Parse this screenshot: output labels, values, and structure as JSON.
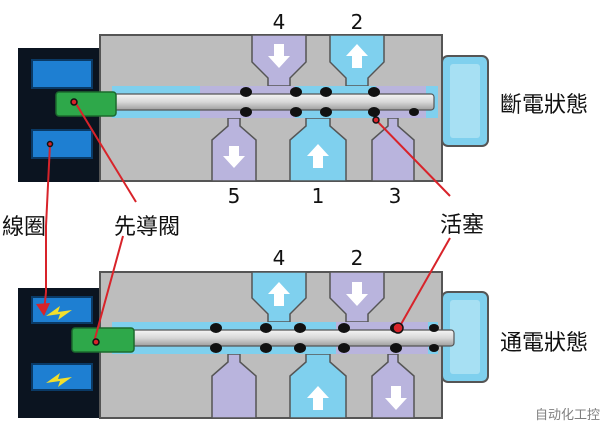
{
  "labels": {
    "port4_top": "4",
    "port2_top": "2",
    "port5_top": "5",
    "port1_top": "1",
    "port3_top": "3",
    "state_off": "斷電狀態",
    "coil": "線圈",
    "pilot": "先導閥",
    "piston": "活塞",
    "port4_bottom": "4",
    "port2_bottom": "2",
    "state_on": "通電狀態",
    "watermark": "自动化工控"
  },
  "colors": {
    "body": "#bdbdbd",
    "outline": "#555555",
    "blue_fill": "#7fd0ee",
    "purple_fill": "#b9b4dd",
    "coil_dark": "#0b1420",
    "coil_blue": "#1e7fd2",
    "pilot_green": "#2ea84a",
    "spool": "#e3e3e3",
    "leader_red": "#d8232a",
    "arrow": "#ffffff",
    "spark": "#f2df2c"
  }
}
